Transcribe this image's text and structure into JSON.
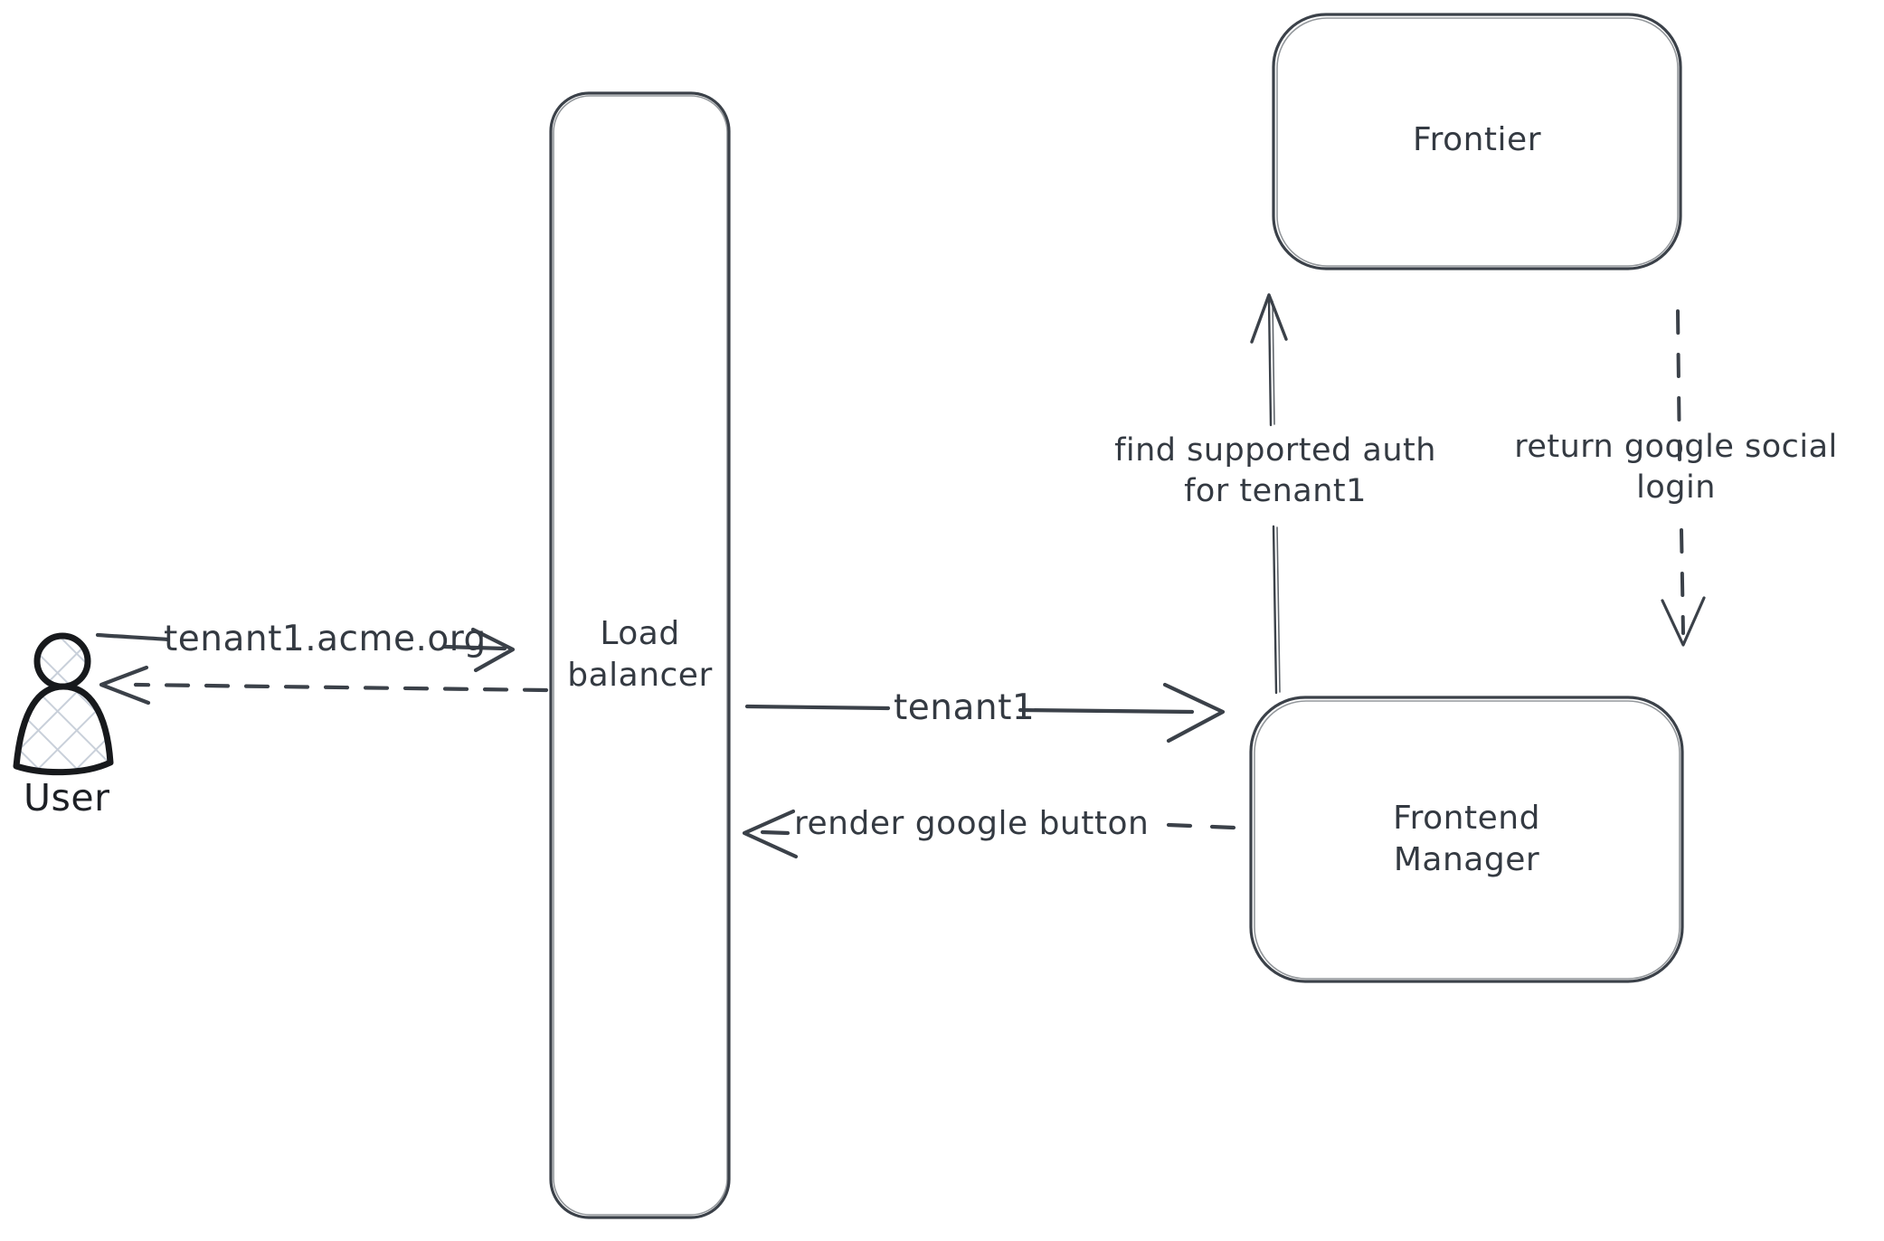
{
  "diagram": {
    "style": "hand-drawn-sketch",
    "background": "#ffffff",
    "nodes": {
      "user": {
        "label": "User",
        "shape": "person-icon",
        "fill": "crosshatch"
      },
      "load_balancer": {
        "label": "Load balancer",
        "label_line1": "Load",
        "label_line2": "balancer",
        "shape": "rounded-rectangle"
      },
      "frontier": {
        "label": "Frontier",
        "shape": "rounded-rectangle"
      },
      "frontend_manager": {
        "label": "Frontend Manager",
        "label_line1": "Frontend",
        "label_line2": "Manager",
        "shape": "rounded-rectangle"
      }
    },
    "edges": [
      {
        "from": "User",
        "to": "Load balancer",
        "label": "tenant1.acme.org",
        "style": "solid",
        "direction": "right"
      },
      {
        "from": "Load balancer",
        "to": "User",
        "label": "",
        "style": "dashed",
        "direction": "left"
      },
      {
        "from": "Load balancer",
        "to": "Frontend Manager",
        "label": "tenant1",
        "style": "solid",
        "direction": "right"
      },
      {
        "from": "Frontend Manager",
        "to": "Load balancer",
        "label": "render google button",
        "style": "dashed",
        "direction": "left"
      },
      {
        "from": "Frontend Manager",
        "to": "Frontier",
        "label": "find supported auth for tenant1",
        "label_line1": "find supported auth",
        "label_line2": "for tenant1",
        "style": "solid",
        "direction": "up"
      },
      {
        "from": "Frontier",
        "to": "Frontend Manager",
        "label": "return google social login",
        "label_line1": "return google social",
        "label_line2": "login",
        "style": "dashed",
        "direction": "down"
      }
    ],
    "colors": {
      "stroke": "#3b4149",
      "user_outline": "#17191c",
      "hatch_fill": "#c9d0da",
      "text": "#343a42",
      "background": "#ffffff"
    }
  }
}
